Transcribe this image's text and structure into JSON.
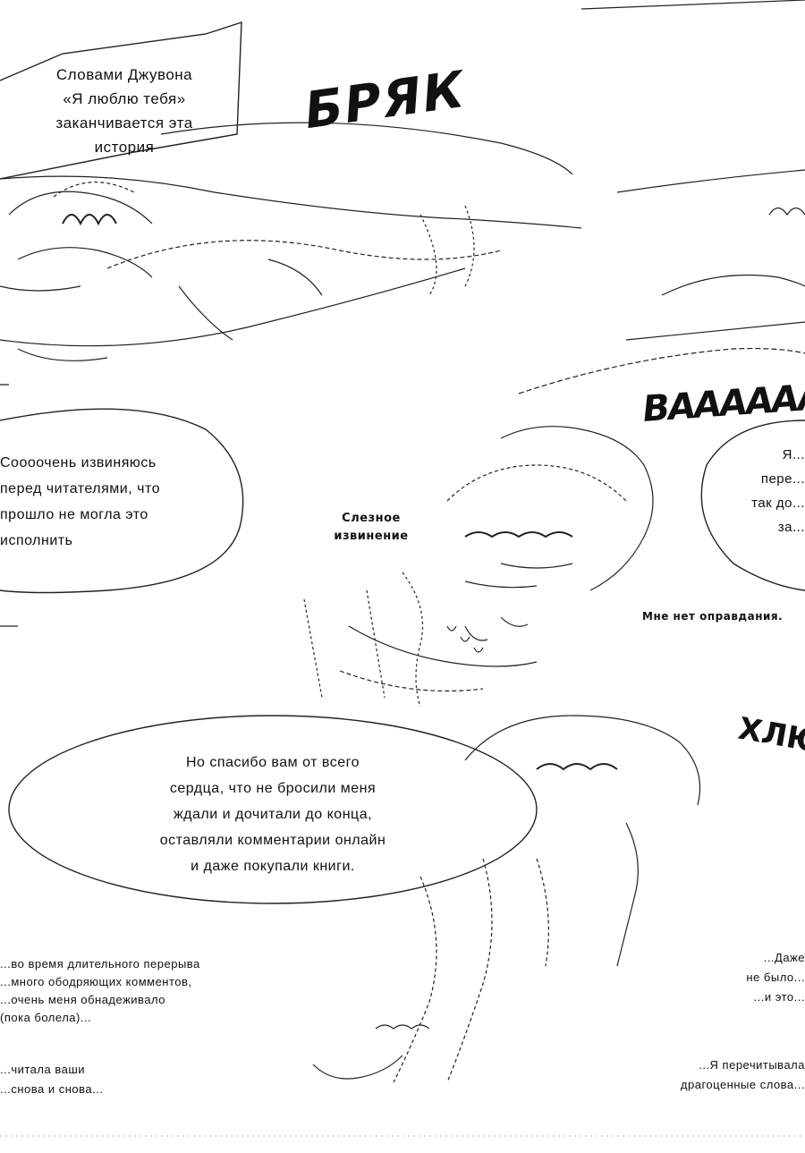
{
  "texts": {
    "top_left": "Словами Джувона\n«Я люблю тебя»\nзаканчивается эта\nистория",
    "mid_left": "Соооочень извиняюсь\nперед читателями, что\nпрошло не могла это\nисполнить",
    "tearful": "Слезное\nизвинение",
    "right_partial": "Я...\nпере...\nтак до...\nза...",
    "no_excuse": "Мне нет оправдания.",
    "big_bubble": "Но спасибо вам от всего\nсердца, что не бросили меня\nждали и дочитали до конца,\nоставляли комментарии онлайн\nи даже покупали книги.",
    "bottom_left_1": "...во время длительного перерыва\n...много ободряющих комментов,\n...очень меня обнадеживало\n(пока болела)...",
    "bottom_left_2": "...читала ваши\n...снова и снова...",
    "bottom_right_1": "...Даже\nне было...\n...и это...",
    "bottom_right_2": "...Я перечитывала\nдрагоценные слова..."
  },
  "sfx": {
    "crash": "БРЯК",
    "wail": "ВАААААА",
    "sniff": "ХЛЮП"
  },
  "colors": {
    "ink": "#111111",
    "paper": "#ffffff"
  }
}
